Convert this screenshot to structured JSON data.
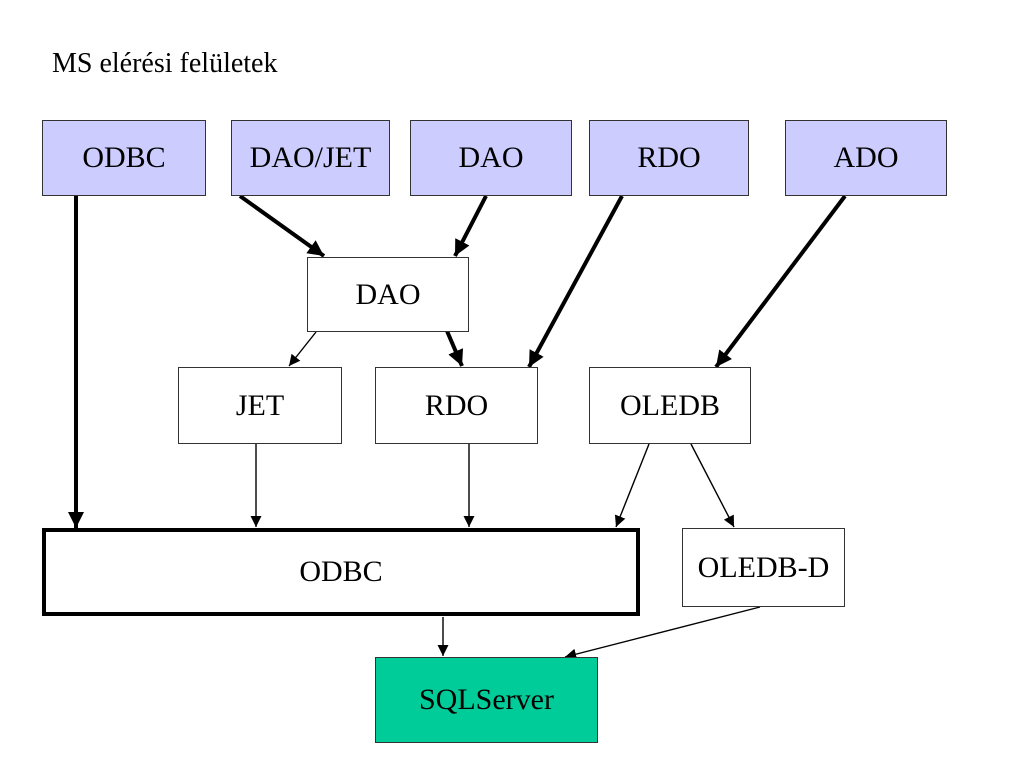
{
  "title": "MS elérési felületek",
  "nodes": {
    "api_odbc": "ODBC",
    "api_daojet": "DAO/JET",
    "api_dao": "DAO",
    "api_rdo": "RDO",
    "api_ado": "ADO",
    "mid_dao": "DAO",
    "mid_jet": "JET",
    "mid_rdo": "RDO",
    "mid_oledb": "OLEDB",
    "odbc_main": "ODBC",
    "oledb_d": "OLEDB-D",
    "sqlserver": "SQLServer"
  },
  "colors": {
    "api_box": "#ccccff",
    "db_box": "#00cc99",
    "border": "#333333"
  },
  "edges": [
    {
      "from": "api_odbc",
      "to": "odbc_main",
      "weight": "bold"
    },
    {
      "from": "api_daojet",
      "to": "mid_dao",
      "weight": "bold"
    },
    {
      "from": "api_dao",
      "to": "mid_dao",
      "weight": "bold"
    },
    {
      "from": "api_rdo",
      "to": "mid_rdo",
      "weight": "bold"
    },
    {
      "from": "api_ado",
      "to": "mid_oledb",
      "weight": "bold"
    },
    {
      "from": "mid_dao",
      "to": "mid_jet",
      "weight": "thin"
    },
    {
      "from": "mid_dao",
      "to": "mid_rdo",
      "weight": "bold"
    },
    {
      "from": "mid_jet",
      "to": "odbc_main",
      "weight": "thin"
    },
    {
      "from": "mid_rdo",
      "to": "odbc_main",
      "weight": "thin"
    },
    {
      "from": "mid_oledb",
      "to": "odbc_main",
      "weight": "thin"
    },
    {
      "from": "mid_oledb",
      "to": "oledb_d",
      "weight": "thin"
    },
    {
      "from": "odbc_main",
      "to": "sqlserver",
      "weight": "thin"
    },
    {
      "from": "oledb_d",
      "to": "sqlserver",
      "weight": "thin"
    }
  ]
}
